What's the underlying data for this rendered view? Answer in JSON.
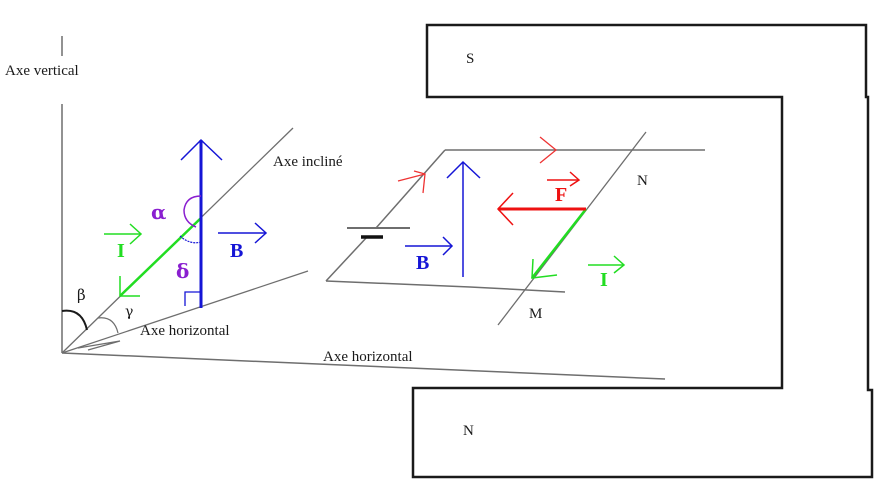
{
  "diagram": {
    "colors": {
      "axis": "#6e6e6e",
      "magnet": "#1a1a1a",
      "field_B": "#1515d6",
      "current_I": "#22dd22",
      "force_F": "#ee1111",
      "angle_marks": "#8a1fd0",
      "circuit_current_arrow": "#ee3333"
    },
    "axes": {
      "vertical_label": "Axe vertical",
      "inclined_label": "Axe incliné",
      "horizontal_label_1": "Axe horizontal",
      "horizontal_label_2": "Axe horizontal"
    },
    "angles": {
      "alpha": "α",
      "beta": "β",
      "gamma": "γ",
      "delta": "δ"
    },
    "vectors": {
      "I_left": "I",
      "B_left": "B",
      "B_mid": "B",
      "F": "F",
      "I_right": "I"
    },
    "magnet": {
      "top_pole": "S",
      "bottom_pole": "N"
    },
    "rail_points": {
      "N": "N",
      "M": "M"
    }
  }
}
